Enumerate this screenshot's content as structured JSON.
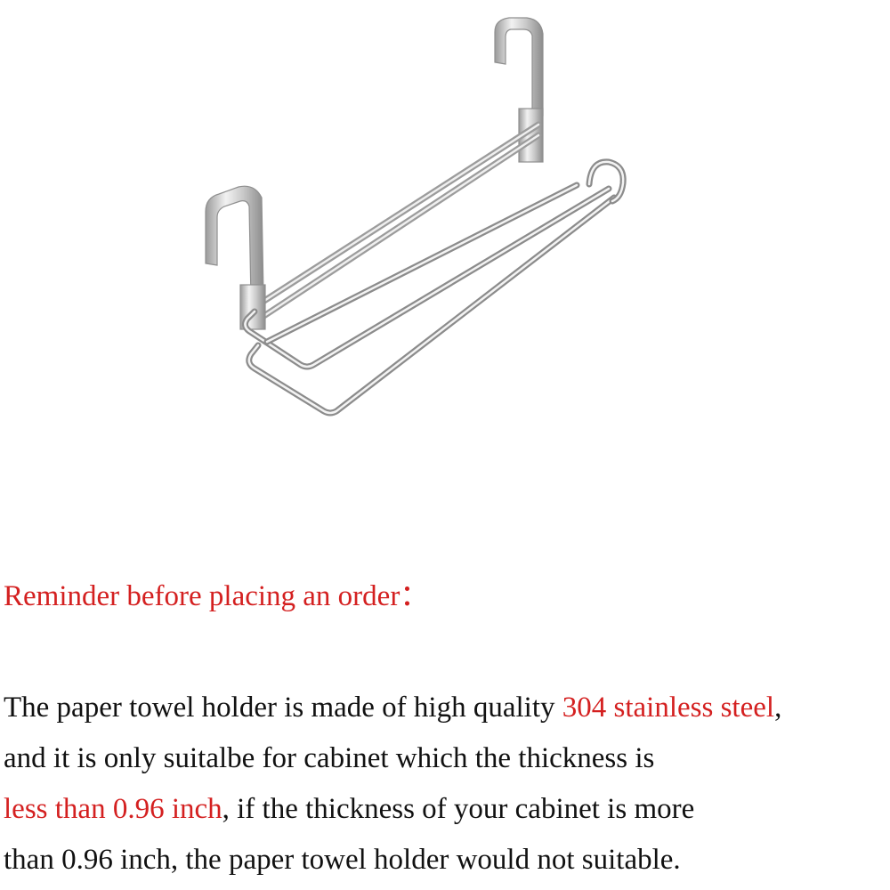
{
  "colors": {
    "text": "#111111",
    "highlight": "#d42020",
    "background": "#ffffff",
    "steel_light": "#eeeeee",
    "steel_dark": "#8a8a8a"
  },
  "product_image": {
    "icon": "paper-towel-holder-icon"
  },
  "reminder": {
    "text": "Reminder before placing an order："
  },
  "notice": {
    "line1_prefix": "The paper towel holder is made of high quality ",
    "line1_highlight": "304 stainless steel",
    "line1_suffix": ",",
    "line2": "and it is only suitalbe for cabinet which the thickness is",
    "line3_highlight": "less than 0.96 inch",
    "line3_suffix": ", if the thickness of your cabinet is more",
    "line4": "than 0.96 inch, the paper towel holder would not suitable."
  }
}
